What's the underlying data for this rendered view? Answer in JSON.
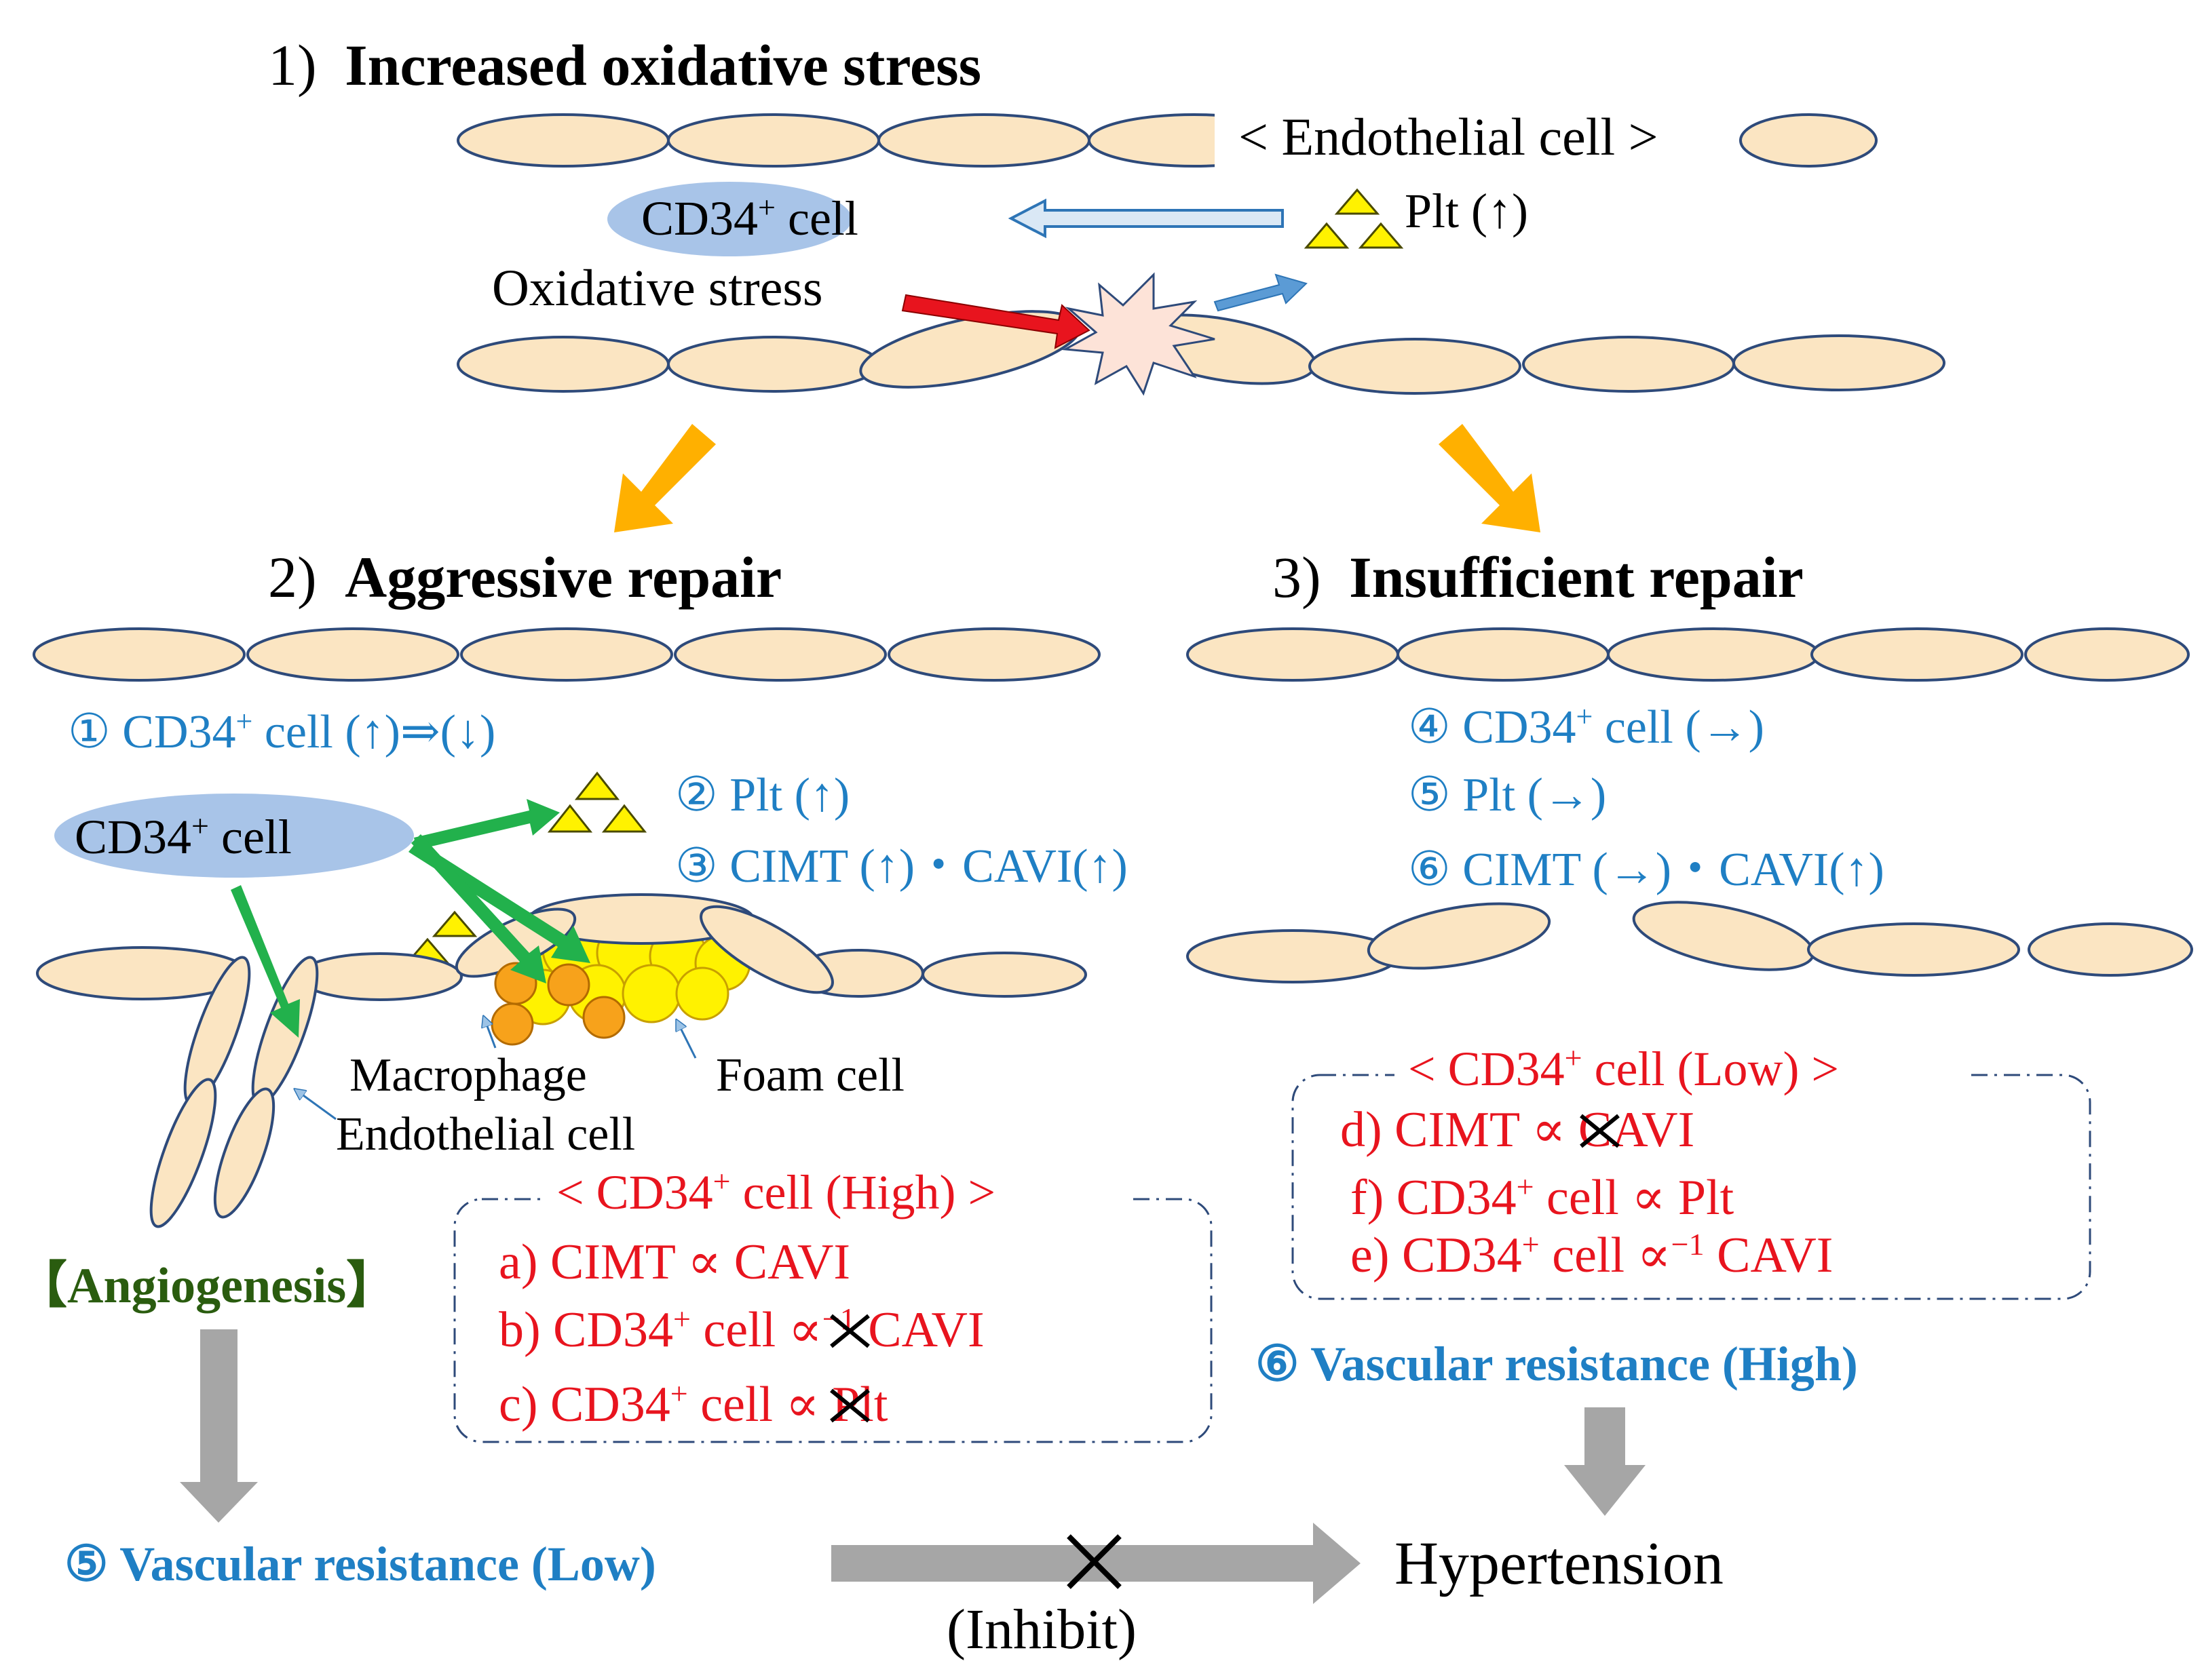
{
  "section1": {
    "number": "1)",
    "title": "Increased oxidative stress",
    "endothelial_label": "< Endothelial cell >",
    "cd34_label": "CD34",
    "cd34_sup": "+",
    "cd34_suffix": " cell",
    "plt_label": "Plt (↑)",
    "oxidative_label": "Oxidative stress"
  },
  "section2": {
    "number": "2)",
    "title": "Aggressive repair",
    "item1": "① CD34",
    "item1_sup": "+",
    "item1_rest": " cell (↑)⇒(↓)",
    "item2": "② Plt (↑)",
    "item3": "③ CIMT (↑)・CAVI(↑)",
    "cd34_label": "CD34",
    "cd34_sup": "+",
    "cd34_suffix": " cell",
    "macrophage": "Macrophage",
    "foam_cell": "Foam cell",
    "endothelial_cell": "Endothelial cell",
    "angiogenesis": "【Angiogenesis】",
    "box_title_pre": "< CD34",
    "box_title_sup": "+",
    "box_title_post": " cell (High) >",
    "rel_a": "a) CIMT ∝  CAVI",
    "rel_b_pre": "b) CD34",
    "rel_b_sup": "+",
    "rel_b_mid": " cell ",
    "rel_b_sym": "∝",
    "rel_b_exp": "−1",
    "rel_b_post": " CAVI",
    "rel_c_pre": "c) CD34",
    "rel_c_sup": "+",
    "rel_c_mid": " cell ",
    "rel_c_sym": "∝",
    "rel_c_post": " Plt",
    "vascular": "⑤ Vascular resistance (Low)"
  },
  "section3": {
    "number": "3)",
    "title": "Insufficient repair",
    "item4": "④ CD34",
    "item4_sup": "+",
    "item4_rest": " cell (→)",
    "item5": "⑤ Plt (→)",
    "item6": "⑥ CIMT (→)・CAVI(↑)",
    "box_title_pre": "< CD34",
    "box_title_sup": "+",
    "box_title_post": " cell (Low) >",
    "rel_d_pre": "d) CIMT ",
    "rel_d_sym": "∝",
    "rel_d_post": " CAVI",
    "rel_f_pre": "f) CD34",
    "rel_f_sup": "+",
    "rel_f_post": " cell ∝ Plt",
    "rel_e_pre": "e) CD34",
    "rel_e_sup": "+",
    "rel_e_mid": " cell ∝",
    "rel_e_exp": "−1",
    "rel_e_post": " CAVI",
    "vascular": "⑥ Vascular resistance (High)"
  },
  "bottom": {
    "hypertension": "Hypertension",
    "inhibit": "(Inhibit)"
  },
  "colors": {
    "cell_fill": "#FBE5C2",
    "cell_stroke": "#2E4A7A",
    "cd34_fill": "#A8C4E8",
    "blue_text": "#1F7FC4",
    "red_text": "#E8141E",
    "green_text": "#2A5C0F",
    "orange_arrow": "#FFB000",
    "green_arrow": "#22B14C",
    "gray_arrow": "#A6A6A6",
    "red_arrow": "#E8141E",
    "platelet": "#FFF200",
    "foam": "#FFF200",
    "macrophage": "#F7A21B",
    "burst": "#FDE3D8"
  }
}
